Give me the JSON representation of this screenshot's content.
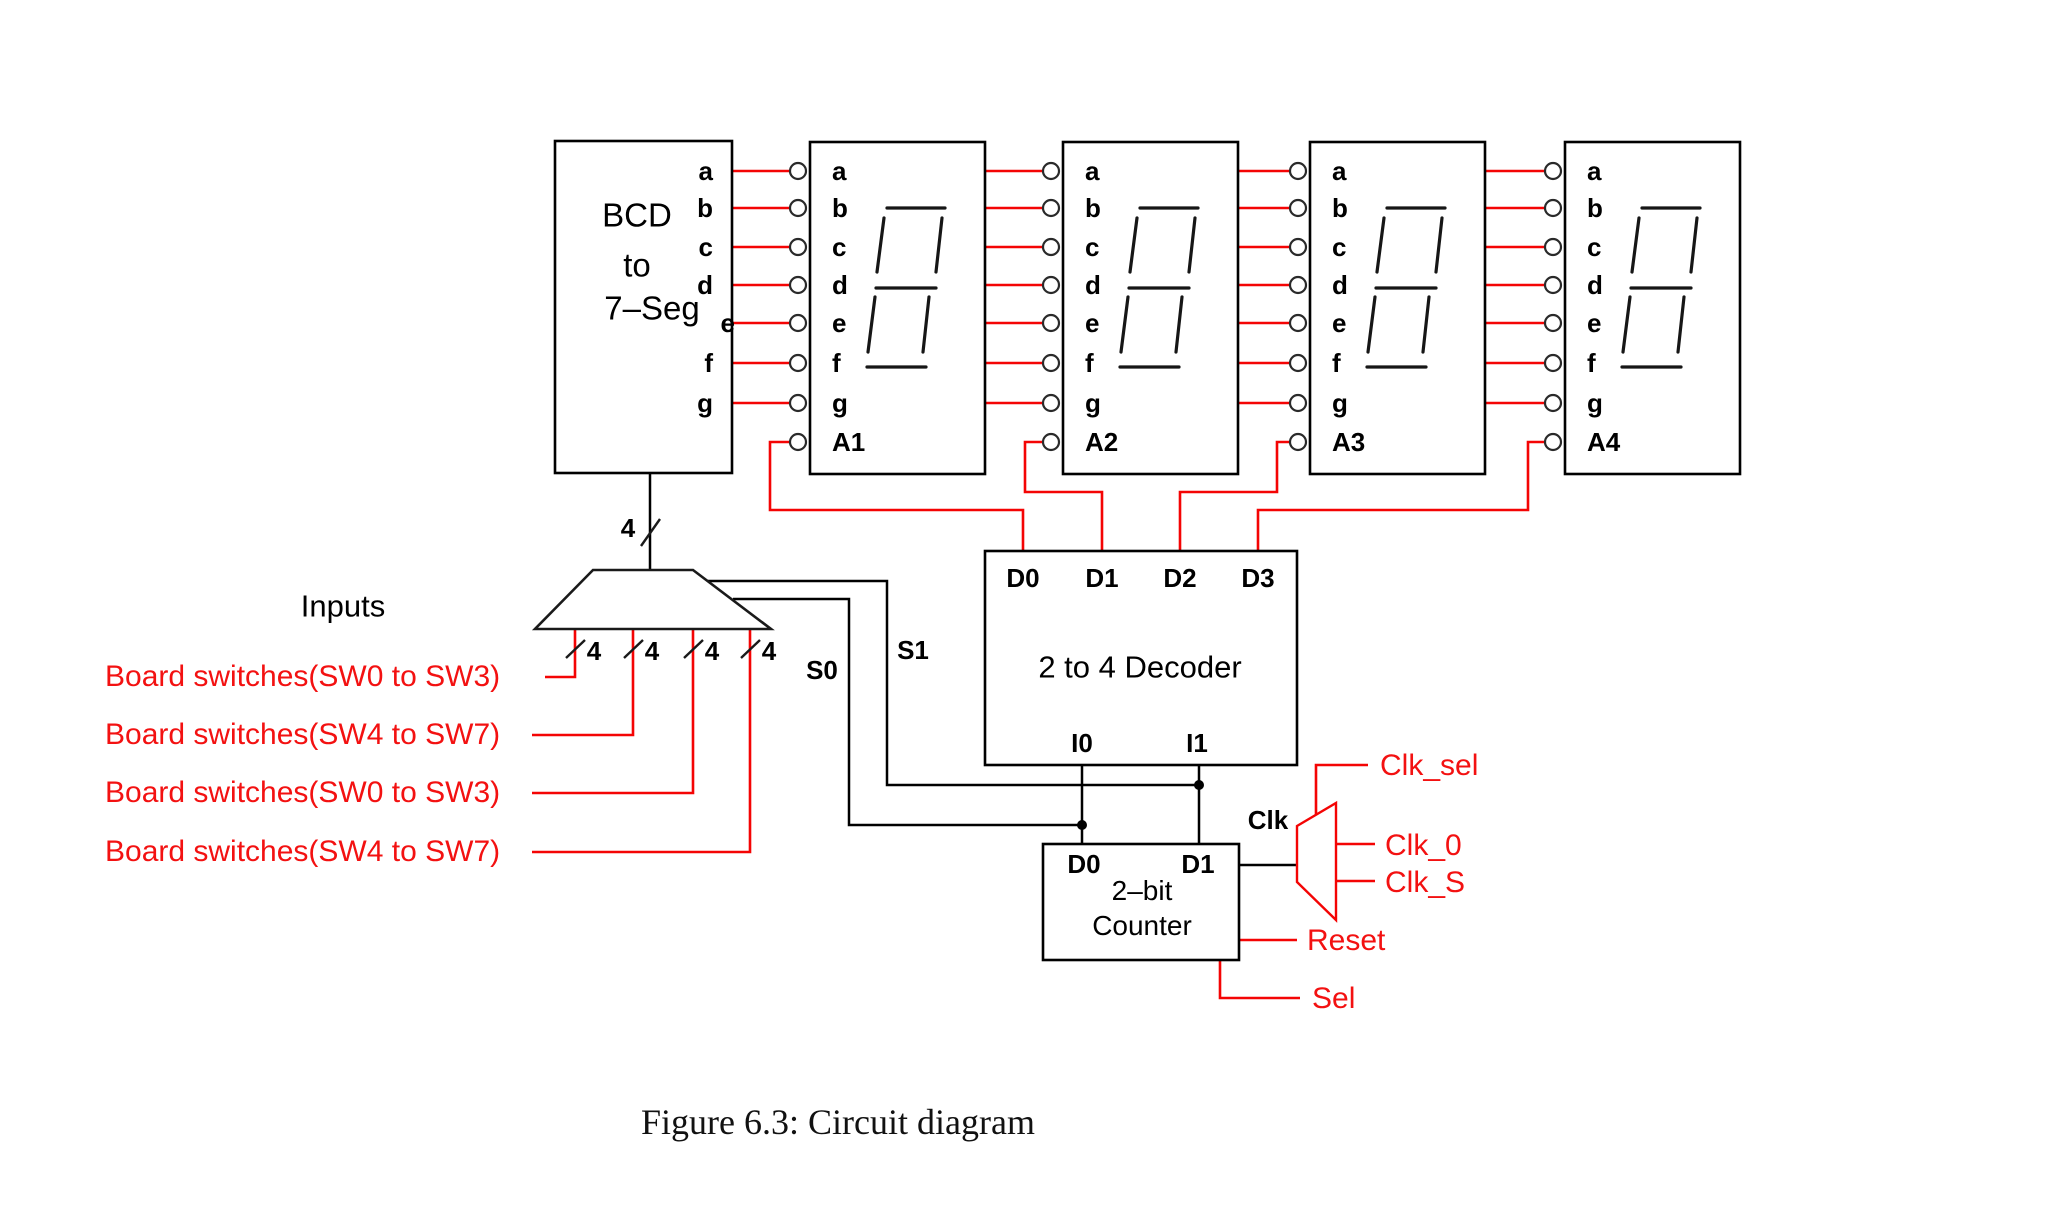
{
  "figure": {
    "caption": "Figure 6.3: Circuit diagram"
  },
  "colors": {
    "wire_red": "#f40404",
    "wire_black": "#000000",
    "label_red": "#f31111",
    "text": "#000000"
  },
  "bcd": {
    "title_lines": [
      "BCD",
      "to",
      "7–Seg"
    ],
    "pins": [
      "a",
      "b",
      "c",
      "d",
      "e",
      "f",
      "g"
    ],
    "bus_label": "4"
  },
  "displays": [
    {
      "anode": "A1",
      "pins": [
        "a",
        "b",
        "c",
        "d",
        "e",
        "f",
        "g"
      ]
    },
    {
      "anode": "A2",
      "pins": [
        "a",
        "b",
        "c",
        "d",
        "e",
        "f",
        "g"
      ]
    },
    {
      "anode": "A3",
      "pins": [
        "a",
        "b",
        "c",
        "d",
        "e",
        "f",
        "g"
      ]
    },
    {
      "anode": "A4",
      "pins": [
        "a",
        "b",
        "c",
        "d",
        "e",
        "f",
        "g"
      ]
    }
  ],
  "mux": {
    "inputs_label": "Inputs",
    "bus_labels": [
      "4",
      "4",
      "4",
      "4"
    ],
    "selects": {
      "s0": "S0",
      "s1": "S1"
    },
    "sources": [
      "Board switches(SW0 to SW3)",
      "Board switches(SW4 to SW7)",
      "Board switches(SW0 to SW3)",
      "Board switches(SW4 to SW7)"
    ]
  },
  "decoder": {
    "title": "2 to 4 Decoder",
    "outputs": [
      "D0",
      "D1",
      "D2",
      "D3"
    ],
    "inputs": [
      "I0",
      "I1"
    ]
  },
  "counter": {
    "title_lines": [
      "2–bit",
      "Counter"
    ],
    "outputs": [
      "D0",
      "D1"
    ],
    "clk": "Clk",
    "reset": "Reset",
    "sel": "Sel"
  },
  "clock_mux": {
    "outputs": [
      "Clk_sel",
      "Clk_0",
      "Clk_S"
    ]
  }
}
